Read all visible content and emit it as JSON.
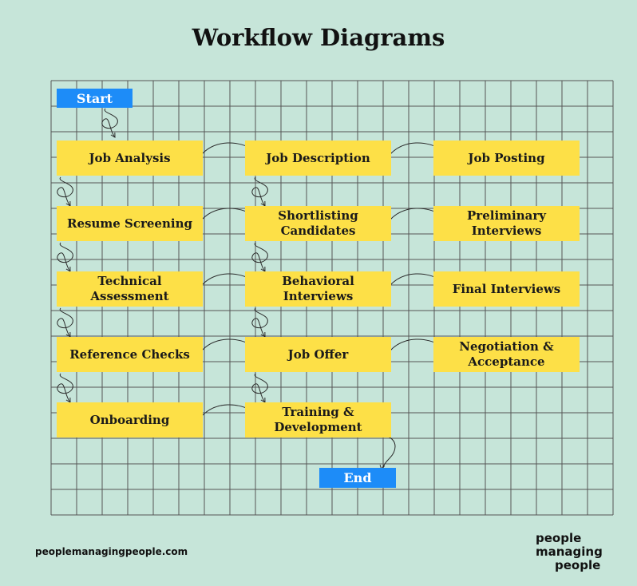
{
  "title": "Workflow Diagrams",
  "start_label": "Start",
  "end_label": "End",
  "steps": {
    "job_analysis": "Job Analysis",
    "job_description": "Job Description",
    "job_posting": "Job Posting",
    "resume_screening": "Resume Screening",
    "shortlisting": "Shortlisting\nCandidates",
    "preliminary": "Preliminary\nInterviews",
    "technical": "Technical\nAssessment",
    "behavioral": "Behavioral\nInterviews",
    "final": "Final Interviews",
    "reference": "Reference Checks",
    "job_offer": "Job Offer",
    "negotiation": "Negotiation &\nAcceptance",
    "onboarding": "Onboarding",
    "training": "Training &\nDevelopment"
  },
  "footer": {
    "url": "peoplemanagingpeople.com",
    "logo_line1": "people",
    "logo_line2": "managing",
    "logo_line3": "people"
  },
  "colors": {
    "background": "#c6e5d9",
    "step_fill": "#fde047",
    "terminal_fill": "#1d8cf8",
    "grid_line": "#555555"
  }
}
